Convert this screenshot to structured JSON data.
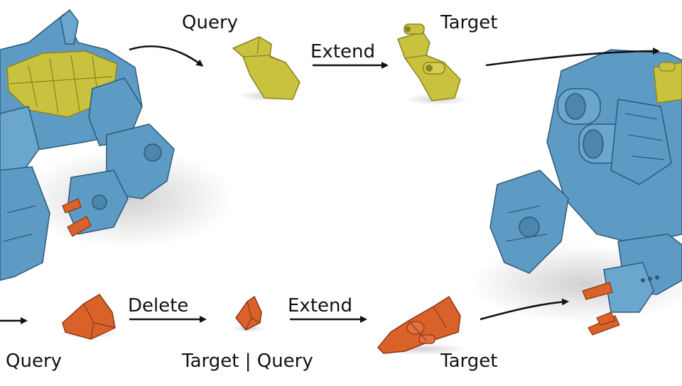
{
  "labels": {
    "top_query": "Query",
    "top_extend": "Extend",
    "top_target": "Target",
    "bottom_query": "Query",
    "bottom_delete": "Delete",
    "bottom_target_query": "Target | Query",
    "bottom_extend": "Extend",
    "bottom_target": "Target"
  },
  "colors": {
    "robot_blue": "#5e9bc4",
    "robot_blue_dark": "#2c5a7a",
    "selection_yellow": "#c9c23e",
    "selection_yellow_dark": "#8a8420",
    "selection_orange": "#d9622b",
    "selection_orange_dark": "#8e3512",
    "arrow": "#111111"
  }
}
